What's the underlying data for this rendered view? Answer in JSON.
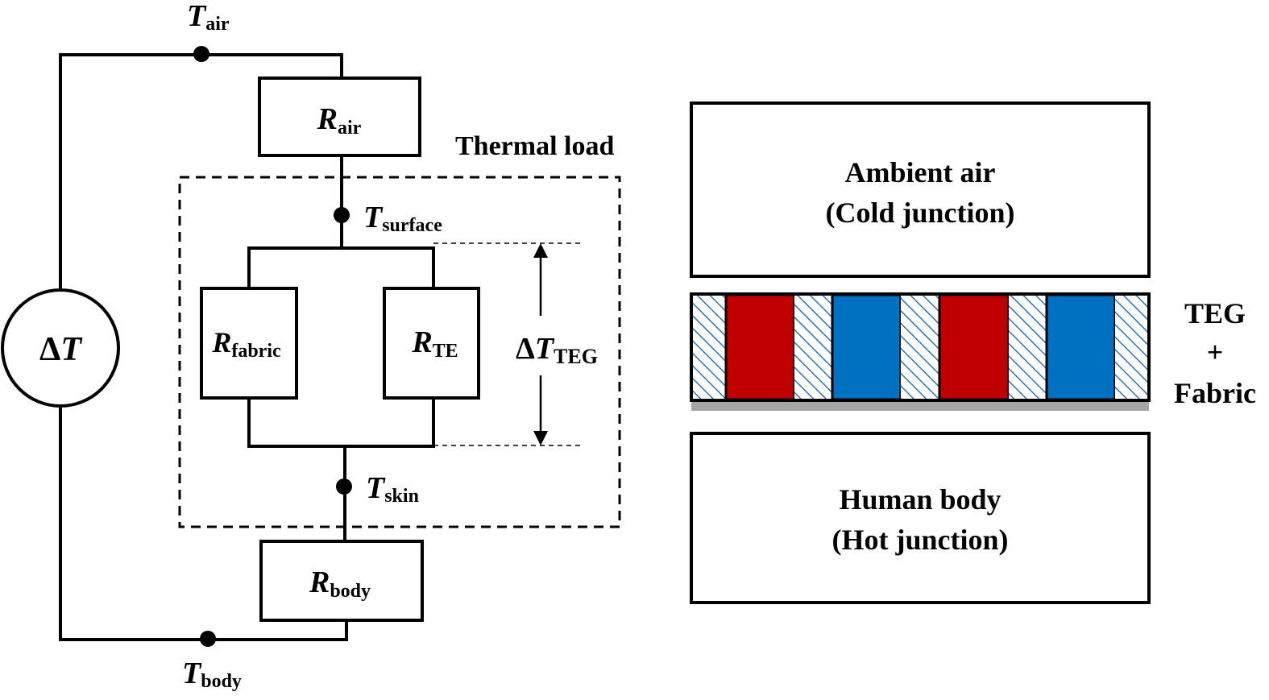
{
  "circuit": {
    "source": {
      "symbol": "Δ",
      "var": "T"
    },
    "nodes": {
      "t_air": {
        "var": "T",
        "sub": "air"
      },
      "t_surface": {
        "var": "T",
        "sub": "surface"
      },
      "t_skin": {
        "var": "T",
        "sub": "skin"
      },
      "t_body": {
        "var": "T",
        "sub": "body"
      }
    },
    "resistors": {
      "r_air": {
        "var": "R",
        "sub": "air"
      },
      "r_fabric": {
        "var": "R",
        "sub": "fabric"
      },
      "r_te": {
        "var": "R",
        "sub": "TE"
      },
      "r_body": {
        "var": "R",
        "sub": "body"
      }
    },
    "thermal_load_label": "Thermal load",
    "delta_teg": {
      "symbol": "Δ",
      "var": "T",
      "sub": "TEG"
    }
  },
  "layers": {
    "ambient": {
      "line1": "Ambient air",
      "line2": "(Cold junction)"
    },
    "human": {
      "line1": "Human body",
      "line2": "(Hot junction)"
    },
    "teg_label": {
      "line1": "TEG",
      "line2": "+",
      "line3": "Fabric"
    },
    "strip": [
      "fabric",
      "p-type",
      "fabric",
      "n-type",
      "fabric",
      "p-type",
      "fabric",
      "n-type",
      "fabric"
    ]
  },
  "colors": {
    "p_type": "#c00000",
    "n_type": "#0070c0",
    "fabric_hatch": "#2e75b6",
    "substrate": "#a6a6a6",
    "line": "#000000"
  }
}
